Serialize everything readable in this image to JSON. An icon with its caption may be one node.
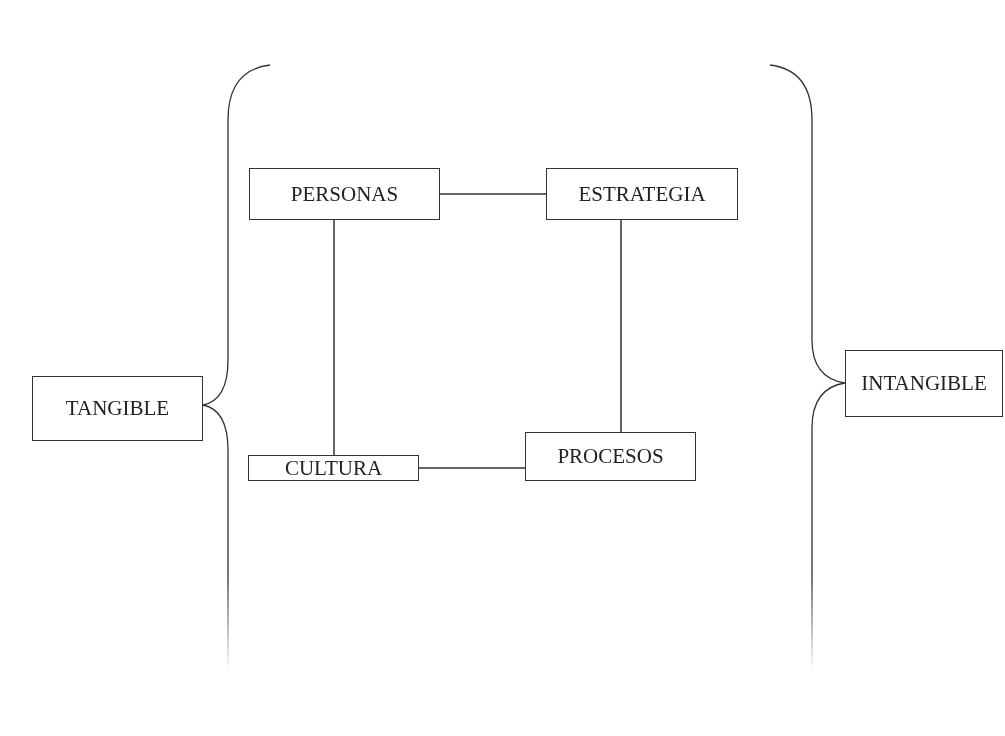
{
  "diagram": {
    "nodes": [
      {
        "text": [
          "TANGIBLE"
        ]
      },
      {
        "text": [
          "PERSONAS"
        ]
      },
      {
        "text": [
          "ESTRATEGIA"
        ]
      },
      {
        "text": [
          "CULTURA"
        ]
      },
      {
        "text": [
          "PROCESOS"
        ]
      },
      {
        "text": [
          "INTANGIBLE"
        ]
      }
    ],
    "edges": [
      {
        "from": 1,
        "to": 2,
        "arrow": "none"
      },
      {
        "from": 1,
        "to": 3,
        "arrow": "none"
      },
      {
        "from": 2,
        "to": 4,
        "arrow": "none"
      },
      {
        "from": 3,
        "to": 4,
        "arrow": "none"
      }
    ]
  }
}
